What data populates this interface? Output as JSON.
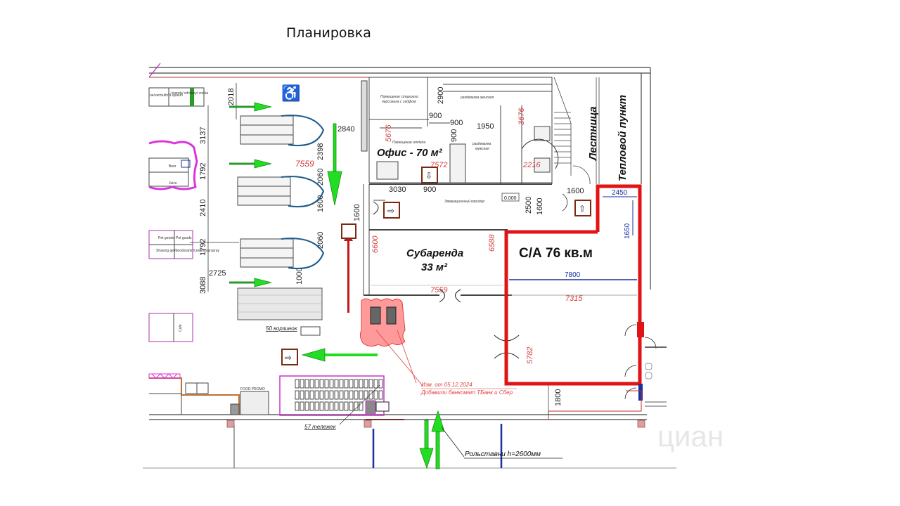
{
  "page": {
    "title": "Планировка",
    "watermark": "циан"
  },
  "colors": {
    "highlight_red": "#e01414",
    "wall_dark": "#333333",
    "arrow_green": "#22dd22",
    "dim_blue": "#1a2fa0",
    "dim_red": "#d04040",
    "shelf_purple": "#cc33cc"
  },
  "rooms": {
    "office": {
      "label": "Офис - 70 м²"
    },
    "sublease": {
      "label_line1": "Субаренда",
      "label_line2": "33 м²"
    },
    "target": {
      "label": "С/А 76  кв.м"
    },
    "stairs": {
      "label": "Лестница"
    },
    "heat_point": {
      "label": "Тепловой пункт"
    },
    "senior_staff_room": {
      "label_line1": "Помещение старшего",
      "label_line2": "персонала с сейфом"
    },
    "department_room": {
      "label": "Помещение отдела"
    },
    "women_locker": {
      "label": "раздевалка женская"
    },
    "men_locker": {
      "label_line1": "раздевалка",
      "label_line2": "мужская"
    },
    "evac_corridor": {
      "label": "Эвакуационный коридор"
    },
    "level_mark": "0.000"
  },
  "dimensions": {
    "d2018": "2018",
    "d3137": "3137",
    "d1792a": "1792",
    "d2410": "2410",
    "d1792b": "1792",
    "d2725": "2725",
    "d3088": "3088",
    "d2840": "2840",
    "d2398": "2398",
    "d2060a": "2060",
    "d1600a": "1600",
    "d2060b": "2060",
    "d1000": "1000",
    "d7559a": "7559",
    "d2900": "2900",
    "d900a": "900",
    "d900b": "900",
    "d900c": "900",
    "d1950": "1950",
    "d5676": "5676",
    "d7572": "7572",
    "d3030": "3030",
    "d900d": "900",
    "d1600b": "1600",
    "d6600": "6600",
    "d6588": "6588",
    "d7559b": "7559",
    "d2500": "2500",
    "d1600c": "1600",
    "d1600d": "1600",
    "d2450": "2450",
    "d1650": "1650",
    "d7800": "7800",
    "d7315": "7315",
    "d5782": "5782",
    "d1800": "1800"
  },
  "annotations": {
    "baskets": "50 корзинок",
    "trolleys": "57 тележек",
    "food_promo": "FOOD PROMO",
    "change_line1": "Изм. от 05.12.2024",
    "change_line2": "Добавили банкомат ТБанк и Сбер",
    "shutter": "Рольставни  h=2600мм",
    "shelf_labels": [
      "ne/vermuth/ /Liqueur/",
      "brandy/ whiskey/ vodka",
      "Beer",
      "Juice",
      "Pet goods",
      "Pet goods",
      "Shaving gel/deodorant/ /cream/hairspray",
      "Cafe"
    ]
  }
}
